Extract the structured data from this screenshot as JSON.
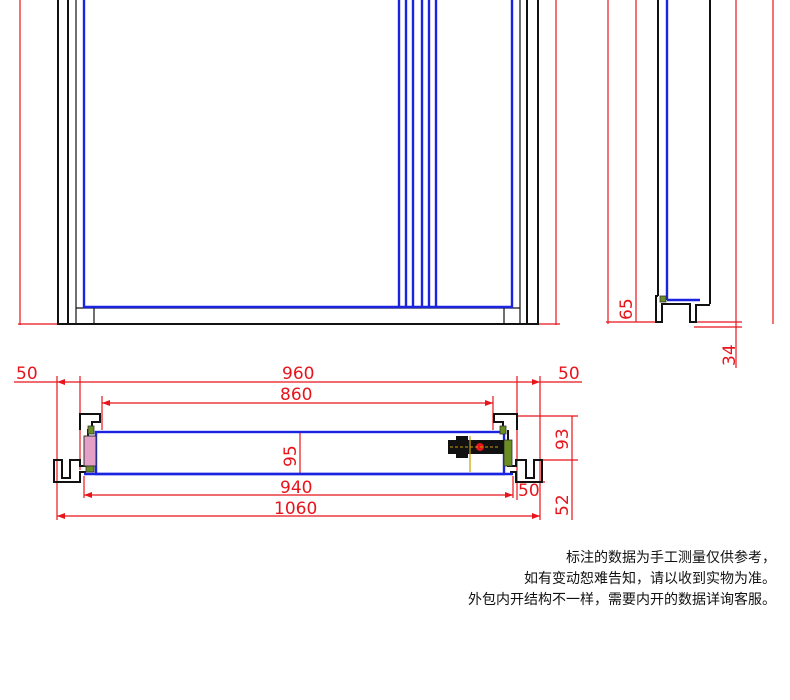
{
  "dimensions": {
    "side_65": "65",
    "side_34": "34",
    "left_50": "50",
    "right_50": "50",
    "top_960": "960",
    "top_860": "860",
    "mid_95": "95",
    "right_93": "93",
    "bottom_940": "940",
    "bottom_50": "50",
    "bottom_1060": "1060",
    "right_52": "52"
  },
  "notes": [
    "标注的数据为手工测量仅供参考，",
    "如有变动恕难告知，请以收到实物为准。",
    "外包内开结构不一样，需要内开的数据详询客服。"
  ],
  "colors": {
    "dimension": "#e8141b",
    "frame": "#111111",
    "leaf": "#1a24e0"
  }
}
